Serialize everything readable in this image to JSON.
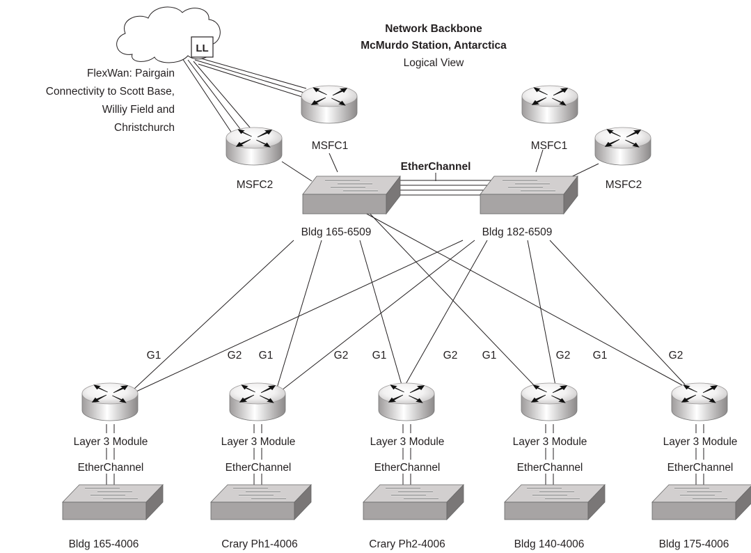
{
  "title": {
    "line1": "Network Backbone",
    "line2": "McMurdo Station, Antarctica",
    "line3": "Logical View"
  },
  "flexwan": {
    "lines": [
      "FlexWan: Pairgain",
      "Connectivity to Scott Base,",
      "Williy Field and",
      "Christchurch"
    ],
    "ll_label": "LL"
  },
  "core": {
    "left_switch": "Bldg 165-6509",
    "right_switch": "Bldg 182-6509",
    "etherchannel": "EtherChannel",
    "left_msfc1": "MSFC1",
    "left_msfc2": "MSFC2",
    "right_msfc1": "MSFC1",
    "right_msfc2": "MSFC2"
  },
  "access": [
    {
      "g1": "G1",
      "g2": "G2",
      "router": "Layer 3 Module",
      "link": "EtherChannel",
      "switch": "Bldg 165-4006"
    },
    {
      "g1": "G1",
      "g2": "G2",
      "router": "Layer 3 Module",
      "link": "EtherChannel",
      "switch": "Crary Ph1-4006"
    },
    {
      "g1": "G1",
      "g2": "G2",
      "router": "Layer 3 Module",
      "link": "EtherChannel",
      "switch": "Crary Ph2-4006"
    },
    {
      "g1": "G1",
      "g2": "G2",
      "router": "Layer 3 Module",
      "link": "EtherChannel",
      "switch": "Bldg 140-4006"
    },
    {
      "g1": "G1",
      "g2": "G2",
      "router": "Layer 3 Module",
      "link": "EtherChannel",
      "switch": "Bldg 175-4006"
    }
  ],
  "icons": {
    "router": "router-icon",
    "switch": "switch-icon",
    "cloud": "cloud-icon",
    "leased_line": "leased-line-icon"
  },
  "colors": {
    "line": "#231f20",
    "switch_top": "#cfcccc",
    "switch_front": "#a9a6a6",
    "switch_side": "#7c7979"
  }
}
